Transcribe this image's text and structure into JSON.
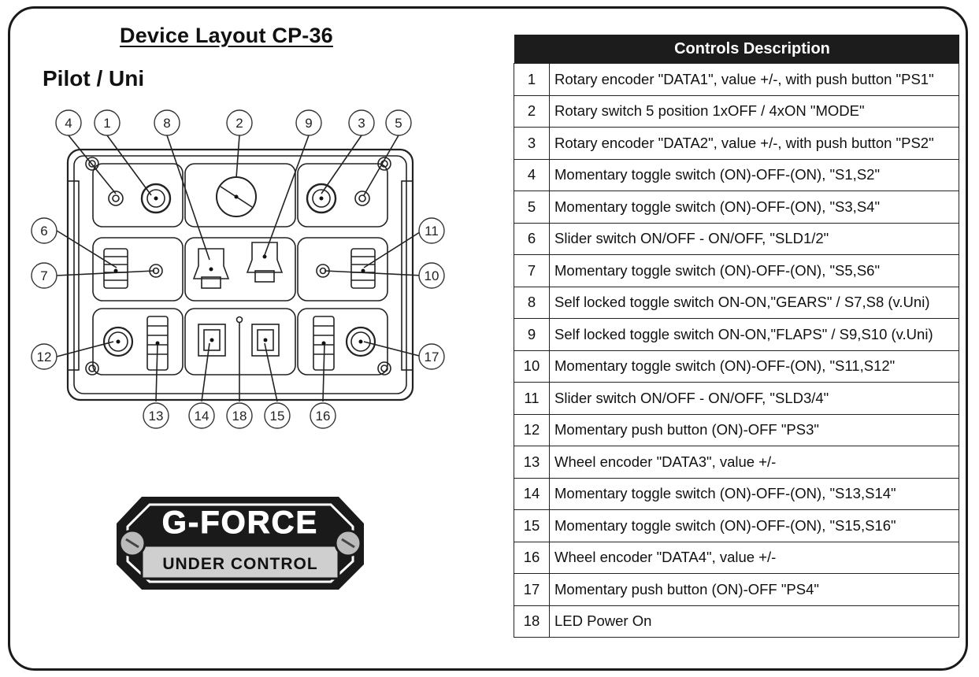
{
  "title": "Device Layout CP-36",
  "subtitle": "Pilot / Uni",
  "callouts": [
    "4",
    "1",
    "8",
    "2",
    "9",
    "3",
    "5",
    "6",
    "11",
    "7",
    "10",
    "12",
    "17",
    "13",
    "14",
    "18",
    "15",
    "16"
  ],
  "logo": {
    "line1": "G-FORCE",
    "line2": "UNDER CONTROL"
  },
  "table": {
    "header": "Controls Description",
    "rows": [
      {
        "num": "1",
        "desc": "Rotary encoder \"DATA1\", value +/-, with push button \"PS1\""
      },
      {
        "num": "2",
        "desc": "Rotary switch 5 position 1xOFF / 4xON \"MODE\""
      },
      {
        "num": "3",
        "desc": "Rotary encoder \"DATA2\", value +/-, with push button \"PS2\""
      },
      {
        "num": "4",
        "desc": "Momentary toggle switch (ON)-OFF-(ON), \"S1,S2\""
      },
      {
        "num": "5",
        "desc": "Momentary toggle switch (ON)-OFF-(ON), \"S3,S4\""
      },
      {
        "num": "6",
        "desc": "Slider switch ON/OFF - ON/OFF, \"SLD1/2\""
      },
      {
        "num": "7",
        "desc": "Momentary toggle switch (ON)-OFF-(ON), \"S5,S6\""
      },
      {
        "num": "8",
        "desc": "Self locked toggle switch ON-ON,\"GEARS\" / S7,S8 (v.Uni)"
      },
      {
        "num": "9",
        "desc": "Self locked toggle switch ON-ON,\"FLAPS\" / S9,S10 (v.Uni)"
      },
      {
        "num": "10",
        "desc": "Momentary toggle switch (ON)-OFF-(ON), \"S11,S12\""
      },
      {
        "num": "11",
        "desc": "Slider switch ON/OFF - ON/OFF, \"SLD3/4\""
      },
      {
        "num": "12",
        "desc": "Momentary push button (ON)-OFF \"PS3\""
      },
      {
        "num": "13",
        "desc": "Wheel encoder \"DATA3\", value +/-"
      },
      {
        "num": "14",
        "desc": "Momentary toggle switch (ON)-OFF-(ON), \"S13,S14\""
      },
      {
        "num": "15",
        "desc": "Momentary toggle switch (ON)-OFF-(ON), \"S15,S16\""
      },
      {
        "num": "16",
        "desc": "Wheel encoder \"DATA4\", value +/-"
      },
      {
        "num": "17",
        "desc": "Momentary push button (ON)-OFF \"PS4\""
      },
      {
        "num": "18",
        "desc": "LED Power On"
      }
    ]
  }
}
